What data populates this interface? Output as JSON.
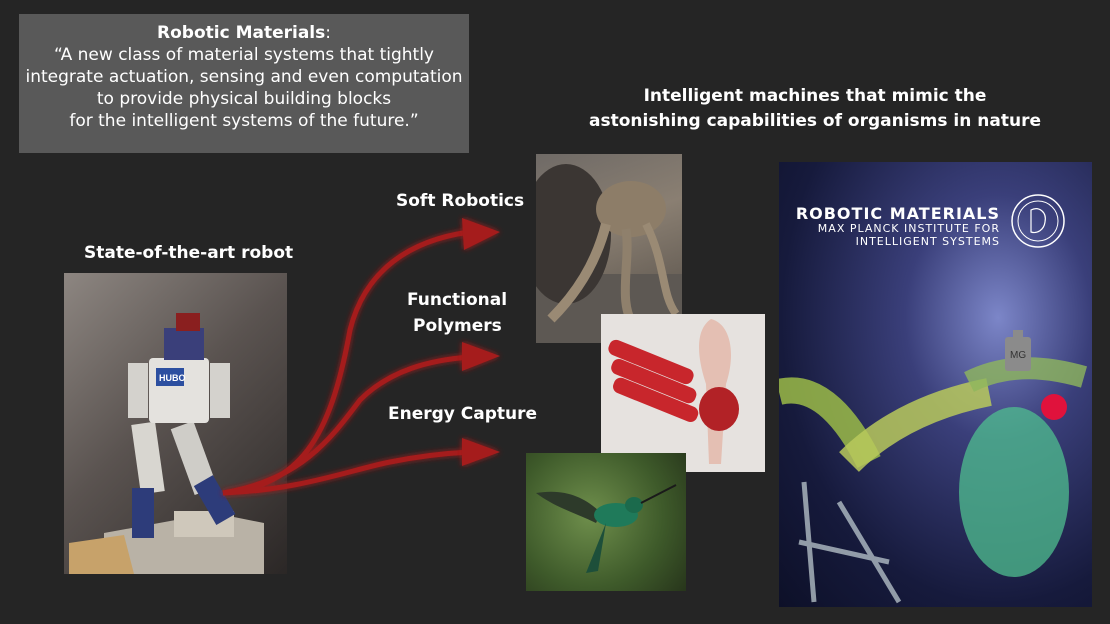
{
  "quote": {
    "title": "Robotic Materials",
    "title_suffix": ":",
    "lines": [
      "“A new class of material systems that tightly",
      "integrate actuation, sensing and even computation",
      "to provide physical building blocks",
      "for the intelligent systems of the future.”"
    ]
  },
  "robot_label": "State-of-the-art robot",
  "arrow_labels": {
    "soft_robotics": "Soft Robotics",
    "functional_1": "Functional",
    "functional_2": "Polymers",
    "energy_capture": "Energy Capture"
  },
  "headline": {
    "line1": "Intelligent machines that mimic the",
    "line2": "astonishing capabilities of organisms in nature"
  },
  "poster": {
    "title": "ROBOTIC MATERIALS",
    "subtitle1": "MAX PLANCK INSTITUTE FOR",
    "subtitle2": "INTELLIGENT SYSTEMS"
  },
  "robot_chest_text": "HUBO",
  "weight_text": "MG",
  "colors": {
    "background": "#252525",
    "quote_box": "#595959",
    "arrow": "#a51c1c"
  }
}
